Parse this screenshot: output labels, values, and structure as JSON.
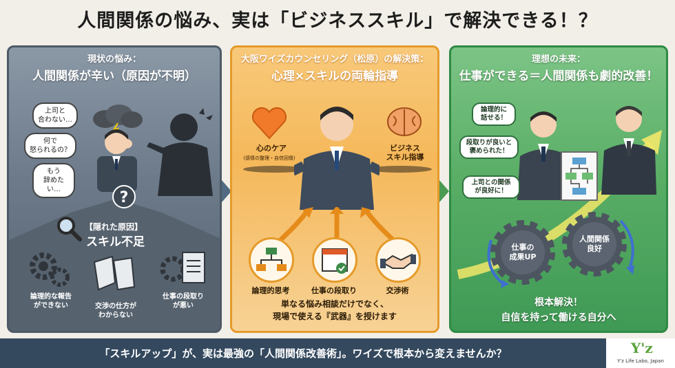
{
  "title": "人間関係の悩み、実は「ビジネススキル」で解決できる！？",
  "left": {
    "heading_small": "現状の悩み：",
    "heading_big": "人間関係が辛い（原因が不明）",
    "bubbles": [
      "上司と\n合わない…",
      "何で\n怒られるの？",
      "もう\n辞めたい…"
    ],
    "question_mark": "?",
    "hidden_cause": "【隠れた原因】",
    "skill_shortage": "スキル不足",
    "issues": [
      "論理的な報告\nができない",
      "交渉の仕方が\nわからない",
      "仕事の段取り\nが悪い"
    ]
  },
  "middle": {
    "heading_small": "大阪ワイズカウンセリング（松原）の解決策：",
    "heading_big": "心理×スキルの両輪指導",
    "mind_care": "心のケア",
    "mind_care_sub": "(感情の整理・自信回復)",
    "business_skill": "ビジネス\nスキル指導",
    "skills": [
      "論理的思考",
      "仕事の段取り",
      "交渉術"
    ],
    "footer_line1": "単なる悩み相談だけでなく、",
    "footer_line2": "現場で使える『武器』を授けます"
  },
  "right": {
    "heading_small": "理想の未来：",
    "heading_big": "仕事ができる＝人間関係も劇的改善！",
    "bubbles": [
      "論理的に\n話せる！",
      "段取りが良いと\n褒められた！",
      "上司との関係\nが良好に！"
    ],
    "gears": [
      "仕事の\n成果UP",
      "人間関係\n良好"
    ],
    "footer_line1": "根本解決！",
    "footer_line2": "自信を持って働ける自分へ"
  },
  "footer": {
    "text": "「スキルアップ」が、実は最強の「人間関係改善術」。ワイズで根本から変えませんか？",
    "logo_mark": "Y'z",
    "logo_text": "Y'z Life Labo, Japan"
  },
  "colors": {
    "left_panel": "#6d7b8b",
    "mid_panel": "#f5b85a",
    "right_panel": "#5aae66",
    "footer": "#34495e",
    "arrow_left": "#4f6a82",
    "arrow_right": "#4a9a52"
  }
}
